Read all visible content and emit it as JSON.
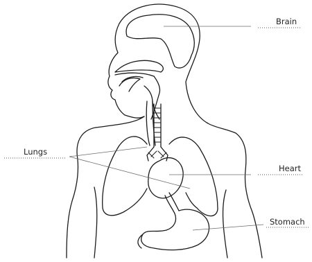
{
  "labels": {
    "brain": "Brain",
    "lungs": "Lungs",
    "heart": "Heart",
    "stomach": "Stomach"
  },
  "colors": {
    "ink": "#1a1a1a",
    "leader": "#6a6a6a",
    "background": "#ffffff"
  }
}
